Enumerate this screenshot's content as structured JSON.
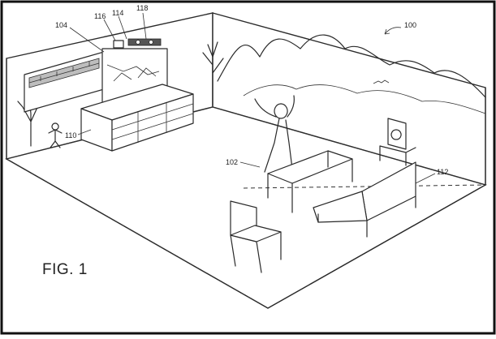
{
  "figure": {
    "caption": "FIG. 1",
    "reference_numerals": {
      "system": "100",
      "user": "102",
      "display": "104",
      "content_display": "110",
      "furniture": "112",
      "device_a": "114",
      "device_b": "116",
      "device_c": "118"
    }
  }
}
